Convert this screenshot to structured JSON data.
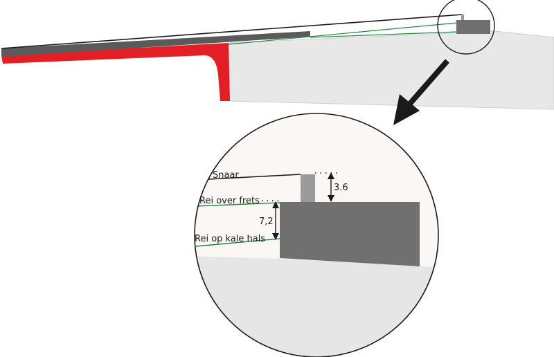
{
  "labels": {
    "string": "Snaar",
    "fret_row": "Rei over frets",
    "bare_neck_row": "Rei op kale hals",
    "string_height": "3.6",
    "row_gap": "7,2"
  },
  "colors": {
    "neck_fill": "#e8e8e8",
    "heel": "#e31e24",
    "fretboard": "#5a5a5a",
    "fret_block": "#707070",
    "fret_wire": "#9a9a9a",
    "row_lines": "#1e8a3c",
    "outline": "#1a1a1a",
    "zoom_bg": "#fbf7f5"
  }
}
